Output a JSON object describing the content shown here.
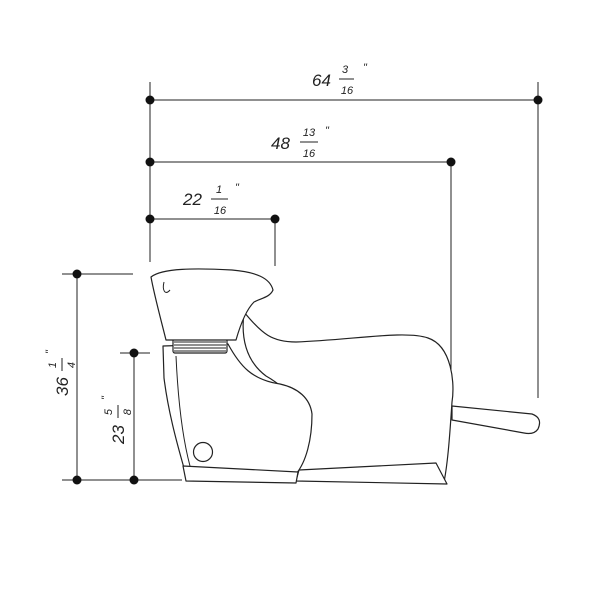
{
  "dimensions": {
    "length_total": {
      "whole": "64",
      "num": "3",
      "den": "16",
      "unit": "\""
    },
    "length_seat": {
      "whole": "48",
      "num": "13",
      "den": "16",
      "unit": "\""
    },
    "bowl_depth": {
      "whole": "22",
      "num": "1",
      "den": "16",
      "unit": "\""
    },
    "height_total": {
      "whole": "36",
      "num": "1",
      "den": "4",
      "unit": "\""
    },
    "height_bowl": {
      "whole": "23",
      "num": "5",
      "den": "8",
      "unit": "\""
    }
  },
  "colors": {
    "line": "#222222",
    "dot": "#111111",
    "background": "#ffffff"
  }
}
